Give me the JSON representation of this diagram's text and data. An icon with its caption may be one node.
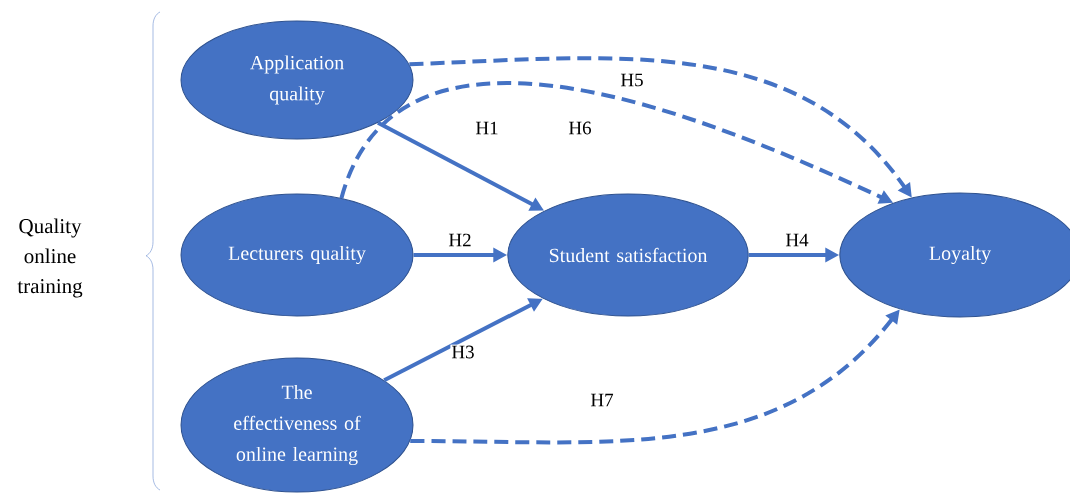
{
  "diagram": {
    "nodes": [
      {
        "text": [
          "Application quality"
        ]
      },
      {
        "text": [
          "Lecturers quality"
        ]
      },
      {
        "text": [
          "The effectiveness of online learning"
        ]
      },
      {
        "text": [
          "Student satisfaction"
        ]
      },
      {
        "text": [
          "Loyalty"
        ]
      }
    ],
    "edges": [
      {
        "from": 0,
        "to": 3,
        "arrow": "to",
        "label": "H1"
      },
      {
        "from": 1,
        "to": 3,
        "arrow": "to",
        "label": "H2"
      },
      {
        "from": 2,
        "to": 3,
        "arrow": "to",
        "label": "H3"
      },
      {
        "from": 3,
        "to": 4,
        "arrow": "to",
        "label": "H4"
      },
      {
        "from": 0,
        "to": 4,
        "arrow": "to",
        "label": "H5",
        "style": "dashed"
      },
      {
        "from": 1,
        "to": 4,
        "arrow": "to",
        "label": "H6",
        "style": "dashed"
      },
      {
        "from": 2,
        "to": 4,
        "arrow": "to",
        "label": "H7",
        "style": "dashed"
      }
    ],
    "labels": [
      "Quality online training"
    ]
  }
}
